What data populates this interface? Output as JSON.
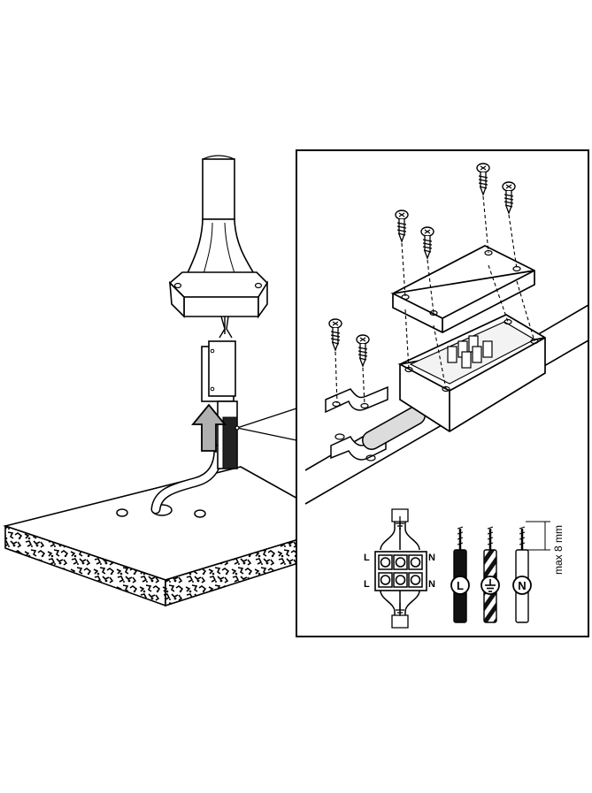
{
  "wiring": {
    "terminal_left_top": "L",
    "terminal_left_bottom": "L",
    "terminal_right_top": "N",
    "terminal_right_bottom": "N",
    "wire_live_symbol": "L",
    "wire_neutral_symbol": "N",
    "strip_length_label": "max 8 mm"
  },
  "icons": [
    "ground-icon",
    "screw-icon",
    "arrow-up-icon"
  ]
}
